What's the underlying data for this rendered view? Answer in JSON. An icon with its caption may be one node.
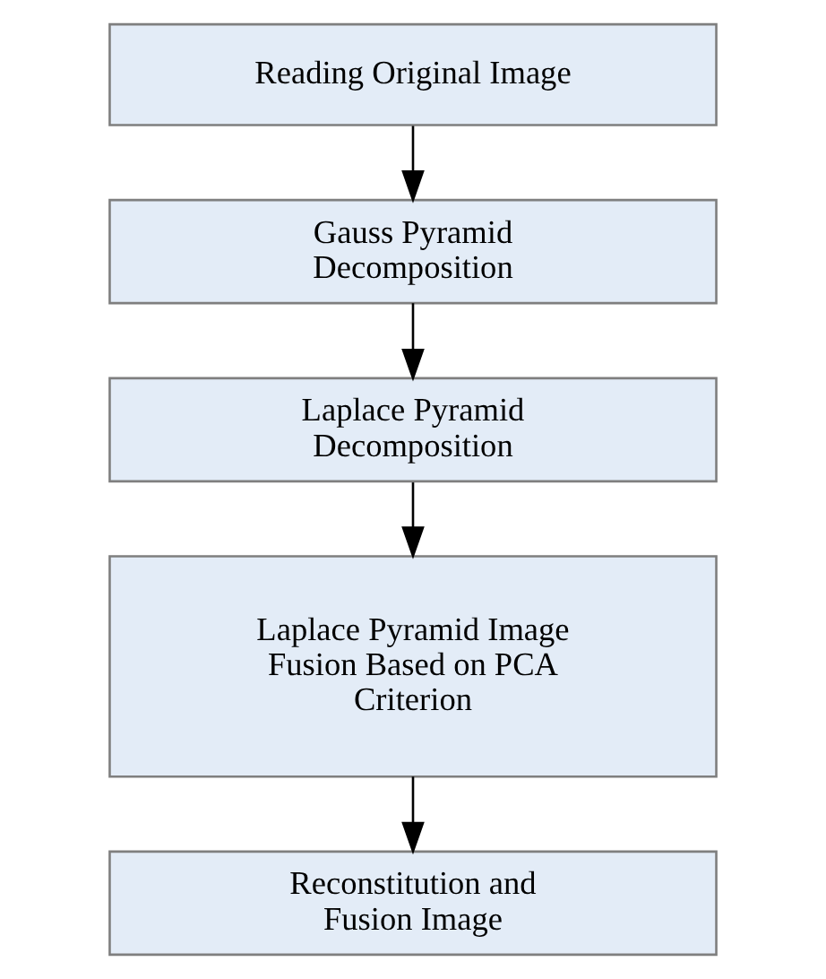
{
  "diagram": {
    "nodes": [
      {
        "text": [
          "Reading Original Image"
        ]
      },
      {
        "text": [
          "Gauss Pyramid Decomposition"
        ]
      },
      {
        "text": [
          "Laplace Pyramid Decomposition"
        ]
      },
      {
        "text": [
          "Laplace Pyramid Image Fusion Based on PCA Criterion"
        ]
      },
      {
        "text": [
          "Reconstitution and Fusion Image"
        ]
      }
    ],
    "edges": [
      {
        "from": 0,
        "to": 1,
        "arrow": "to"
      },
      {
        "from": 1,
        "to": 2,
        "arrow": "to"
      },
      {
        "from": 2,
        "to": 3,
        "arrow": "to"
      },
      {
        "from": 3,
        "to": 4,
        "arrow": "to"
      }
    ]
  }
}
